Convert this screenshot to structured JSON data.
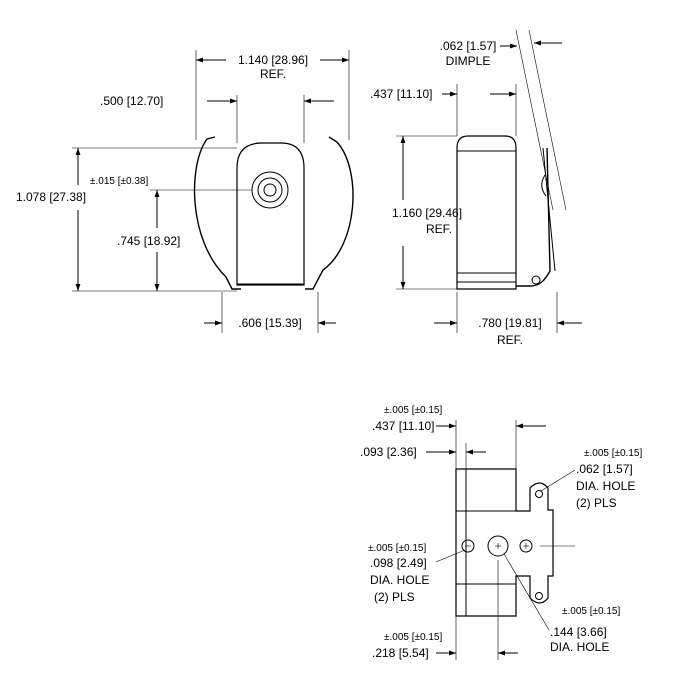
{
  "front_view": {
    "overall_width": {
      "value": "1.140 [28.96]",
      "note": "REF."
    },
    "inner_width": ".500 [12.70]",
    "height_tolerance": "±.015 [±0.38]",
    "overall_height": "1.078 [27.38]",
    "center_height": ".745 [18.92]",
    "base_width": ".606 [15.39]"
  },
  "side_view": {
    "dimple": {
      "value": ".062 [1.57]",
      "note": "DIMPLE"
    },
    "top_width": ".437 [11.10]",
    "height": {
      "value": "1.160 [29.46]",
      "note": "REF."
    },
    "depth": {
      "value": ".780 [19.81]",
      "note": "REF."
    }
  },
  "bottom_view": {
    "width_tolerance": "±.005 [±0.15]",
    "width": ".437 [11.10]",
    "offset": ".093 [2.36]",
    "small_hole_tolerance": "±.005 [±0.15]",
    "small_hole": {
      "value": ".062 [1.57]",
      "line1": "DIA. HOLE",
      "line2": "(2) PLS"
    },
    "side_hole_tolerance": "±.005 [±0.15]",
    "side_hole": {
      "value": ".098 [2.49]",
      "line1": "DIA. HOLE",
      "line2": "(2) PLS"
    },
    "center_hole_tolerance": "±.005 [±0.15]",
    "center_hole": {
      "value": ".144 [3.66]",
      "line1": "DIA. HOLE"
    },
    "edge_tolerance": "±.005 [±0.15]",
    "edge_distance": ".218 [5.54]"
  }
}
